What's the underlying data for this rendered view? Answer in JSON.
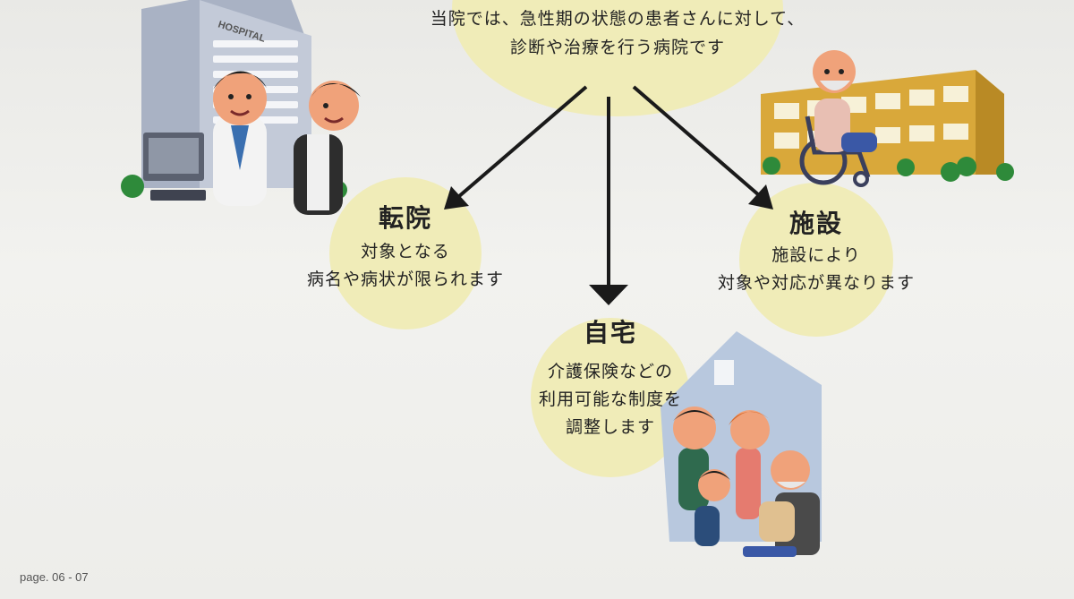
{
  "intro": {
    "line1": "当院では、急性期の状態の患者さんに対して、",
    "line2": "診断や治療を行う病院です"
  },
  "nodes": {
    "transfer": {
      "title": "転院",
      "line1": "対象となる",
      "line2": "病名や病状が限られます"
    },
    "facility": {
      "title": "施設",
      "line1": "施設により",
      "line2": "対象や対応が異なります"
    },
    "home": {
      "title": "自宅",
      "line1": "介護保険などの",
      "line2": "利用可能な制度を",
      "line3": "調整します"
    }
  },
  "hospital_sign": "HOSPITAL",
  "footer": {
    "page": "page. 06 - 07"
  },
  "colors": {
    "circle": "#f0ecb8",
    "arrow": "#1a1a1a",
    "building": "#a9b2c4",
    "facility_building": "#d9a83a",
    "house": "#b8c8de"
  }
}
